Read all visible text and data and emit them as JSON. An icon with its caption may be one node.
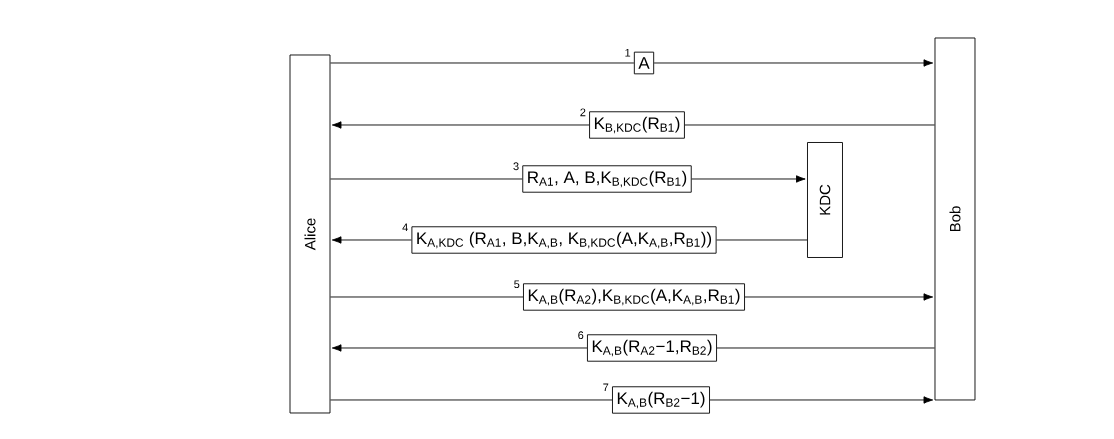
{
  "diagram": {
    "nodes": [
      {
        "text": [
          "Alice"
        ]
      },
      {
        "text": [
          "Bob"
        ]
      },
      {
        "text": [
          "KDC"
        ]
      },
      {
        "text": [
          "A"
        ],
        "beside": [
          "1"
        ]
      },
      {
        "text": [
          "K$_{B,KDC}$(R$_{B1}$)"
        ],
        "beside": [
          "2"
        ]
      },
      {
        "text": [
          "R$_{A1}$, A, B,K$_{B,KDC}$(R$_{B1}$)"
        ],
        "beside": [
          "3"
        ]
      },
      {
        "text": [
          "K$_{A,KDC}$ (R$_{A1}$, B,K$_{A,B}$, K$_{B,KDC}$(A,K$_{A,B}$,R$_{B1}$))"
        ],
        "beside": [
          "4"
        ]
      },
      {
        "text": [
          "K$_{A,B}$(R$_{A2}$),K$_{B,KDC}$(A,K$_{A,B}$,R$_{B1}$)"
        ],
        "beside": [
          "5"
        ]
      },
      {
        "text": [
          "K$_{A,B}$(R$_{A2}$−1,R$_{B2}$)"
        ],
        "beside": [
          "6"
        ]
      },
      {
        "text": [
          "K$_{A,B}$(R$_{B2}$−1)"
        ],
        "beside": [
          "7"
        ]
      }
    ],
    "edges": [
      {
        "from": 0,
        "to": 3,
        "arrow": "none"
      },
      {
        "from": 3,
        "to": 1,
        "arrow": "to"
      },
      {
        "from": 1,
        "to": 4,
        "arrow": "none"
      },
      {
        "from": 4,
        "to": 0,
        "arrow": "to"
      },
      {
        "from": 0,
        "to": 5,
        "arrow": "none"
      },
      {
        "from": 5,
        "to": 2,
        "arrow": "to"
      },
      {
        "from": 2,
        "to": 6,
        "arrow": "none"
      },
      {
        "from": 6,
        "to": 0,
        "arrow": "to"
      },
      {
        "from": 0,
        "to": 7,
        "arrow": "none"
      },
      {
        "from": 7,
        "to": 1,
        "arrow": "to"
      },
      {
        "from": 1,
        "to": 8,
        "arrow": "none"
      },
      {
        "from": 8,
        "to": 0,
        "arrow": "to"
      },
      {
        "from": 0,
        "to": 9,
        "arrow": "none"
      },
      {
        "from": 9,
        "to": 1,
        "arrow": "to"
      }
    ]
  }
}
